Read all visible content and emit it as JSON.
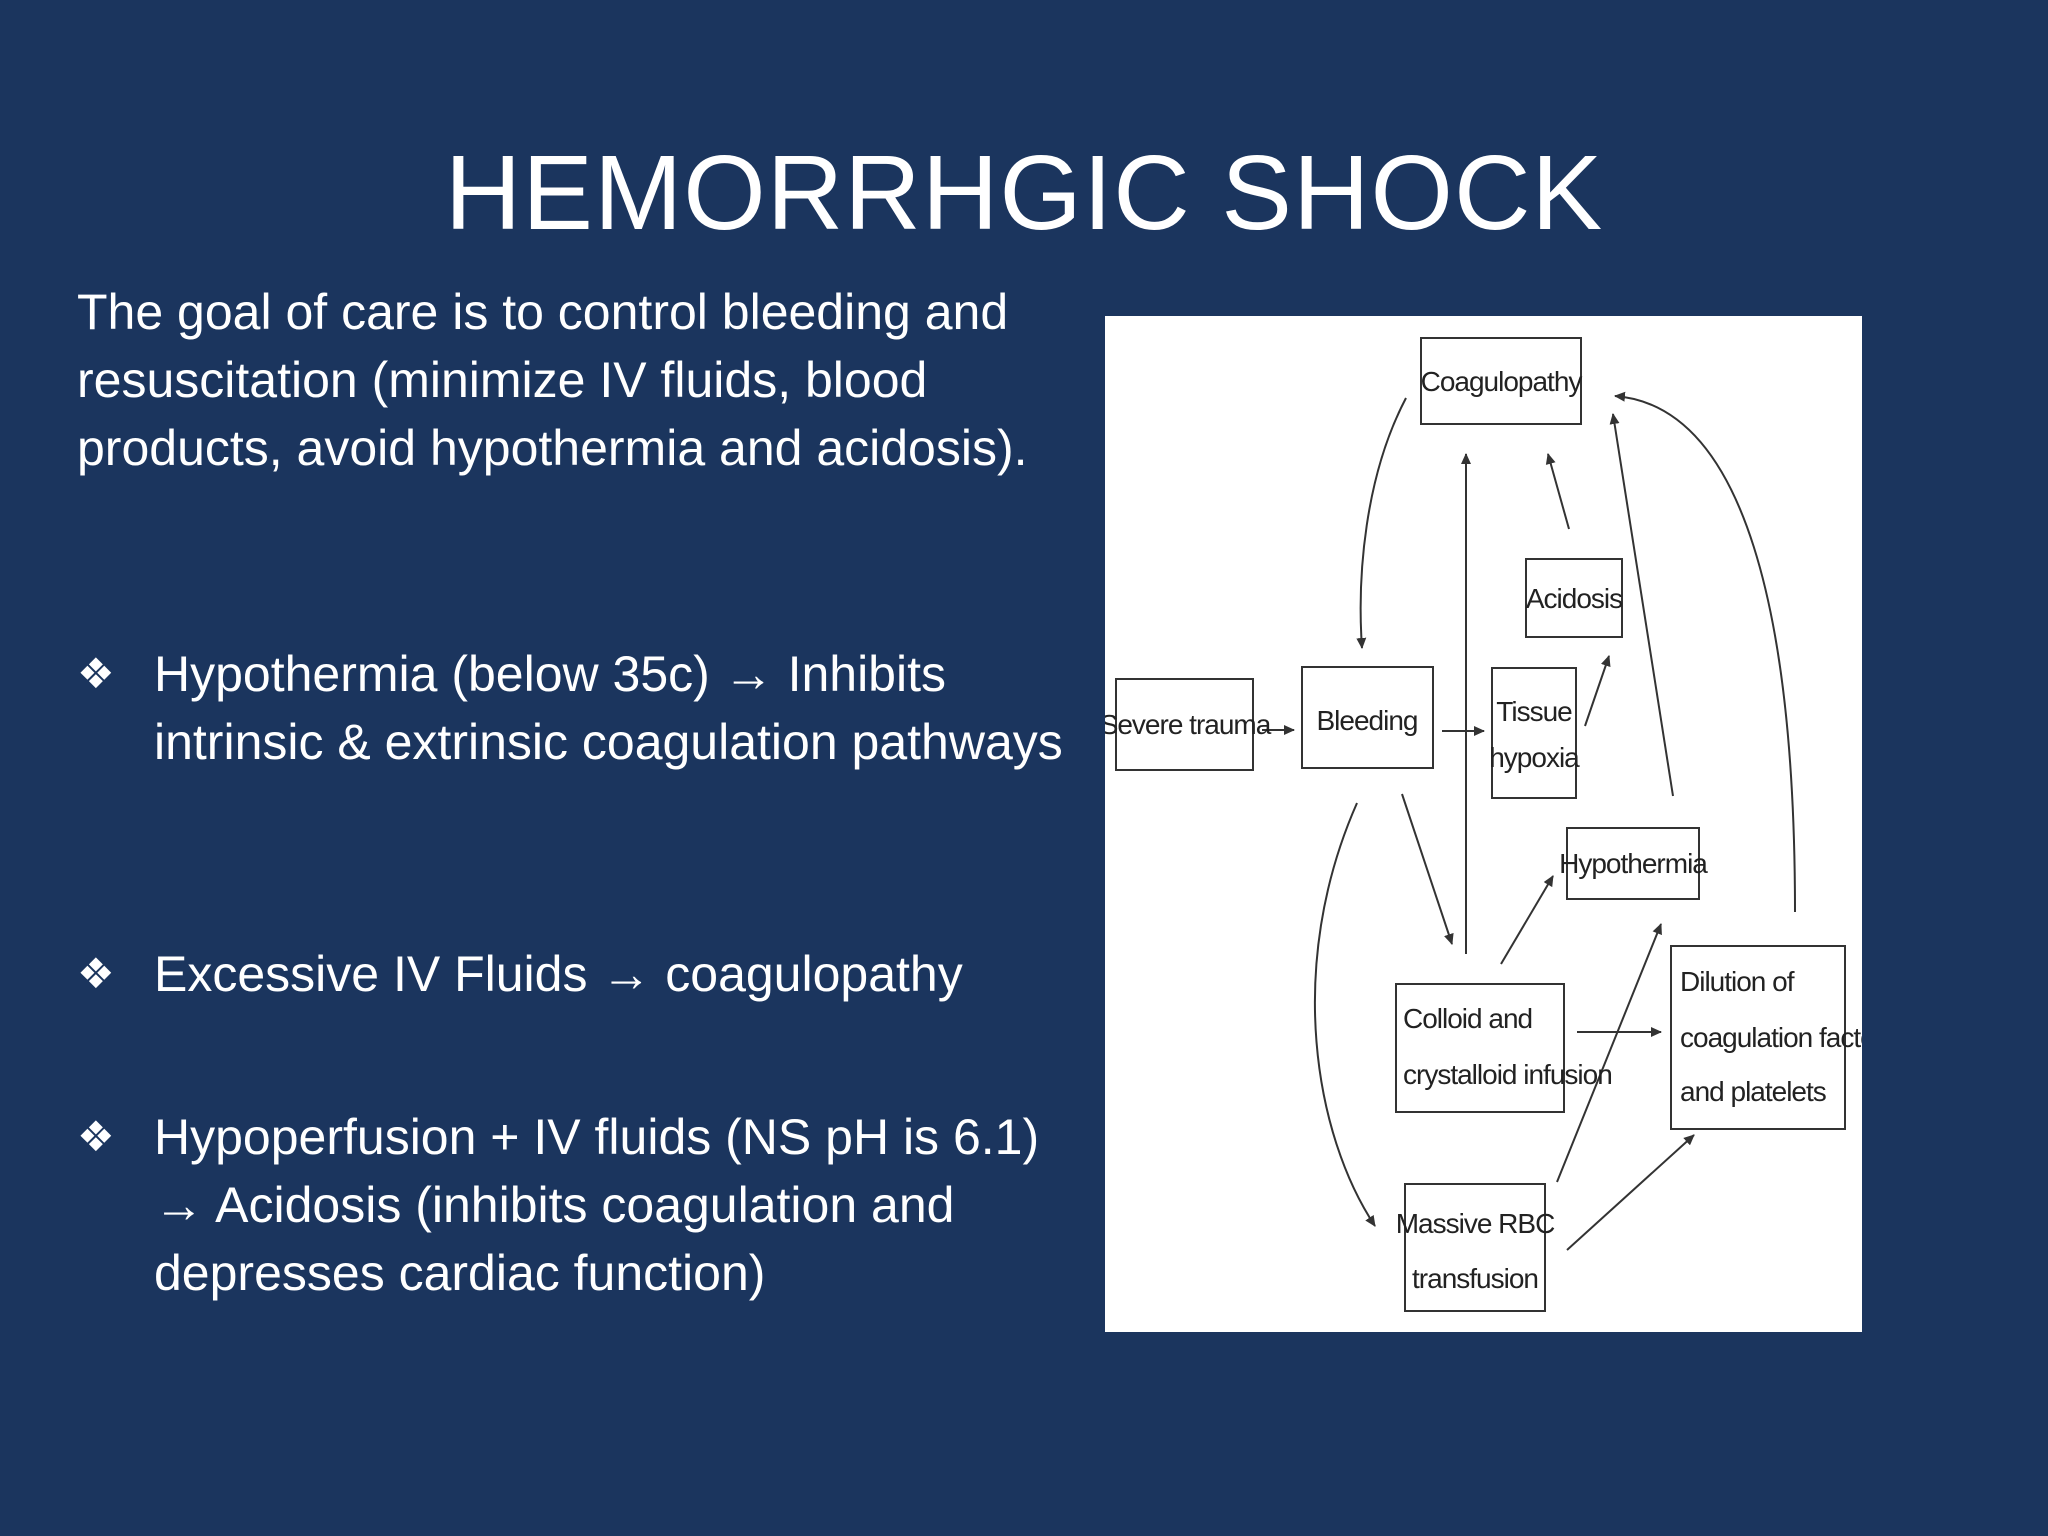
{
  "slide": {
    "title": "HEMORRHGIC SHOCK",
    "intro": "The goal of care is to control bleeding and resuscitation (minimize IV fluids, blood products, avoid hypothermia and acidosis).",
    "bullet_icon": "four-diamond-bullet-icon",
    "bullets": [
      {
        "text": "Hypothermia (below 35c) → Inhibits intrinsic & extrinsic coagulation pathways"
      },
      {
        "text": "Excessive IV Fluids → coagulopathy"
      },
      {
        "text": "Hypoperfusion + IV fluids (NS pH is 6.1) → Acidosis (inhibits coagulation and depresses cardiac function)"
      }
    ]
  },
  "diagram": {
    "nodes": {
      "coagulopathy": "Coagulopathy",
      "acidosis": "Acidosis",
      "severe_trauma": "Severe trauma",
      "bleeding": "Bleeding",
      "tissue_hypoxia_line1": "Tissue",
      "tissue_hypoxia_line2": "hypoxia",
      "hypothermia": "Hypothermia",
      "colloid_line1": "Colloid and",
      "colloid_line2": "crystalloid infusion",
      "dilution_line1": "Dilution of",
      "dilution_line2": "coagulation factors",
      "dilution_line3": "and platelets",
      "massive_rbc_line1": "Massive RBC",
      "massive_rbc_line2": "transfusion"
    }
  },
  "colors": {
    "background": "#1b355e",
    "text": "#ffffff",
    "figure_background": "#ffffff",
    "diagram_ink": "#333333"
  }
}
